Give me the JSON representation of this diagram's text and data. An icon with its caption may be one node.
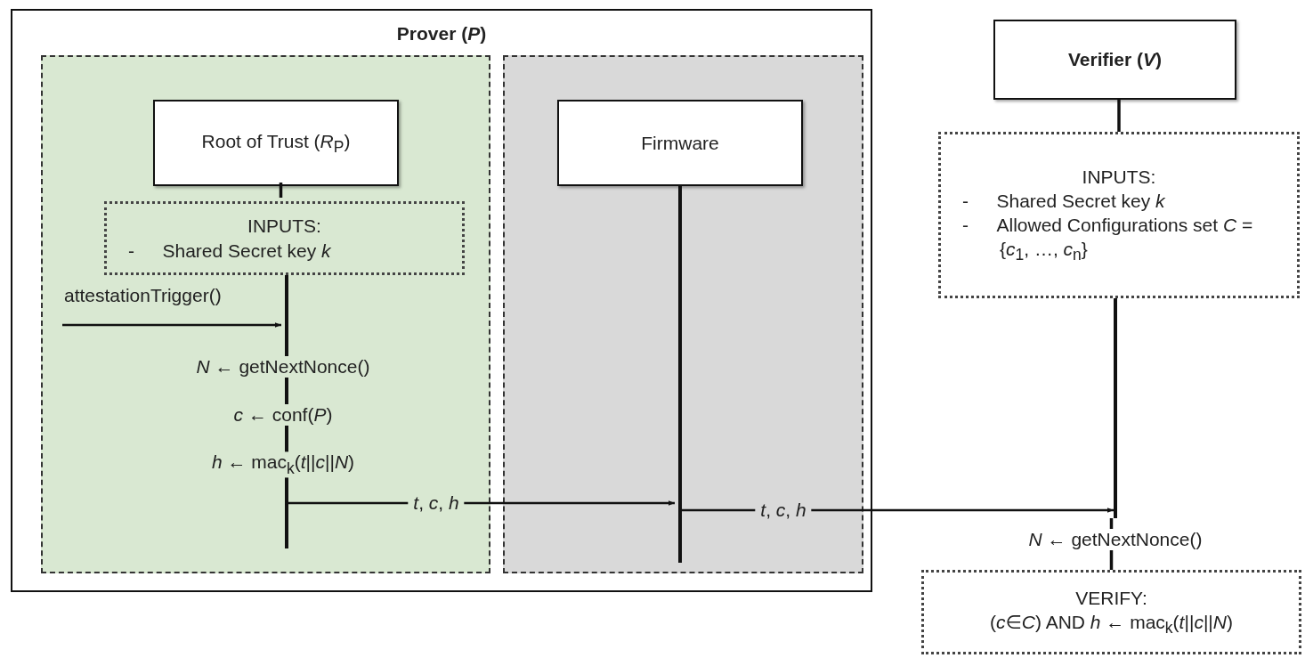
{
  "diagram": {
    "nodes": [
      {
        "text": [
          "Prover (*P*)"
        ]
      },
      {
        "text": [],
        "shape": "box",
        "in": 0
      },
      {
        "text": [
          "Root of Trust (*R*$_{P}$)"
        ],
        "in": 1
      },
      {
        "text": [
          "INPUTS:",
          "- Shared Secret key *k*"
        ],
        "in": 1
      },
      {
        "text": [],
        "shape": "box",
        "in": 0
      },
      {
        "text": [
          "Firmware"
        ],
        "in": 4
      },
      {
        "text": [
          "Verifier (*V*)"
        ]
      },
      {
        "text": [
          "INPUTS:",
          "- Shared Secret key *k*",
          "- Allowed Configurations set *C* = {*c*$_{1}$, …, *c*$_{n}$}"
        ]
      },
      {
        "text": [
          "VERIFY:",
          "(*c*∈*C*) AND *h* ← mac$_{k}$(*t*||*c*||*N*)"
        ]
      },
      {
        "text": [],
        "shape": "bar",
        "in": 1
      },
      {
        "text": [],
        "shape": "bar",
        "in": 4
      },
      {
        "text": [],
        "shape": "bar"
      }
    ],
    "edges": [
      {
        "from": 2,
        "to": 3,
        "arrow": "none"
      },
      {
        "from": 6,
        "to": 7,
        "arrow": "none"
      },
      {
        "from": null,
        "to": 9,
        "arrow": "to",
        "label": "attestationTrigger()"
      },
      {
        "from": 9,
        "to": 10,
        "arrow": "to",
        "label": "*t*, *c*, *h*"
      },
      {
        "from": 10,
        "to": 11,
        "arrow": "to",
        "label": "*t*, *c*, *h*"
      },
      {
        "from": 11,
        "to": 8,
        "arrow": "none"
      }
    ],
    "labels": [
      "*N* ← getNextNonce()",
      "*c* ← conf(*P*)",
      "*h* ← mac$_{k}$(*t*||*c*||*N*)",
      "*N* ← getNextNonce()"
    ]
  }
}
